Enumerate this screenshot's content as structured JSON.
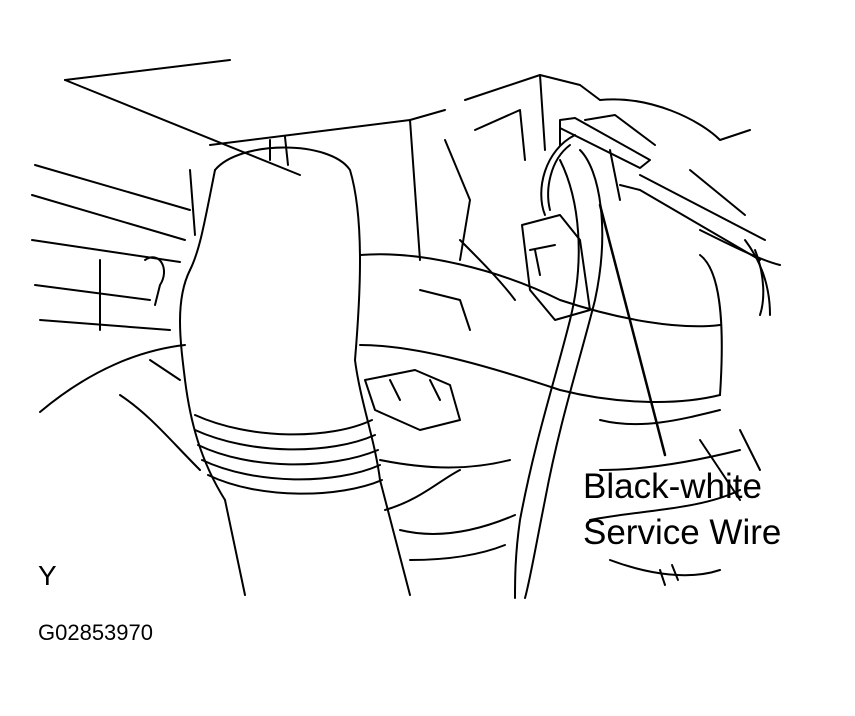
{
  "figure": {
    "callout_line1": "Black-white",
    "callout_line2": "Service Wire",
    "view_marker": "Y",
    "figure_code": "G02853970"
  },
  "colors": {
    "ink": "#000000",
    "paper": "#ffffff"
  }
}
